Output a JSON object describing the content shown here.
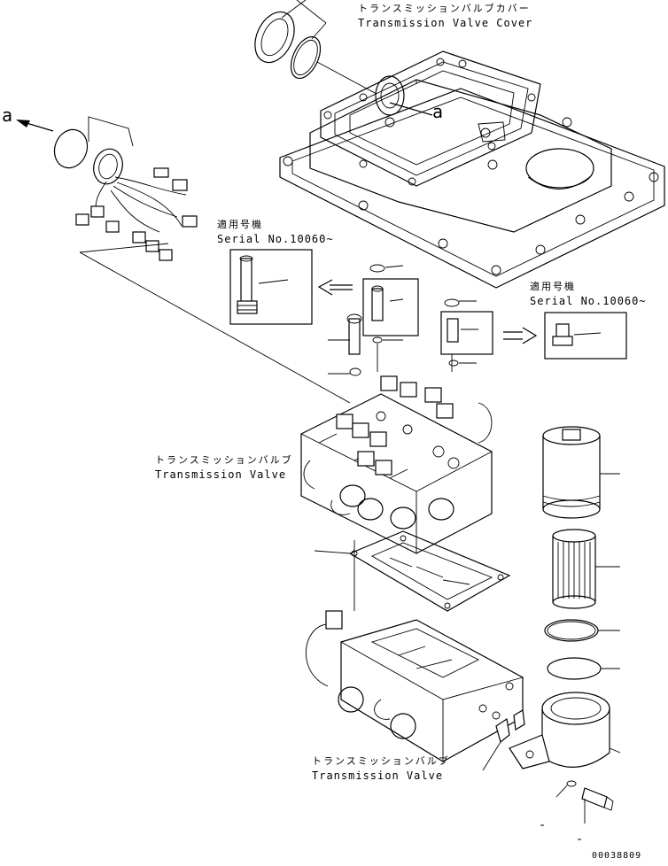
{
  "labels": {
    "valve_cover_jp": "トランスミッションバルブカバー",
    "valve_cover_en": "Transmission Valve Cover",
    "serial_left_jp": "適用号機",
    "serial_left_en": "Serial No.10060~",
    "serial_right_jp": "適用号機",
    "serial_right_en": "Serial No.10060~",
    "valve_upper_jp": "トランスミッションバルブ",
    "valve_upper_en": "Transmission Valve",
    "valve_lower_jp": "トランスミッションバルブ",
    "valve_lower_en": "Transmission Valve",
    "ref_letter_left": "a",
    "ref_letter_cover": "a",
    "drawing_number": "00038809"
  }
}
